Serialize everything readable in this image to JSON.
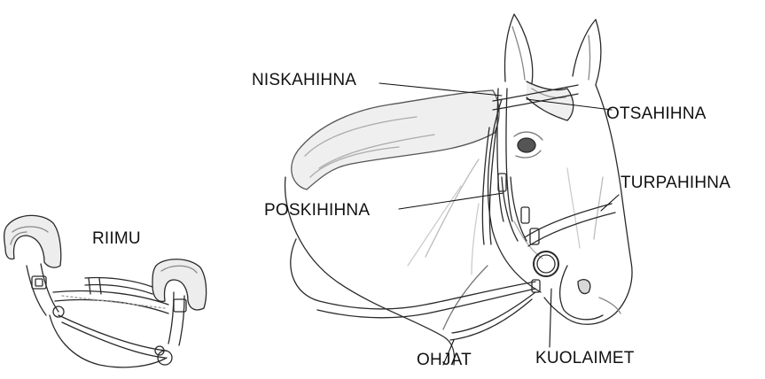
{
  "labels": {
    "neck_strap": "NISKAHIHNA",
    "browband": "OTSAHIHNA",
    "noseband": "TURPAHIHNA",
    "cheekpiece": "POSKIHIHNA",
    "halter": "RIIMU",
    "reins": "OHJAT",
    "bit": "KUOLAIMET"
  },
  "colors": {
    "line": "#2a2a2a",
    "fur": "#e9e9e9",
    "background": "#ffffff"
  },
  "icons": {
    "horse": "horse-head-with-bridle",
    "halter": "fleece-lined-halter"
  }
}
